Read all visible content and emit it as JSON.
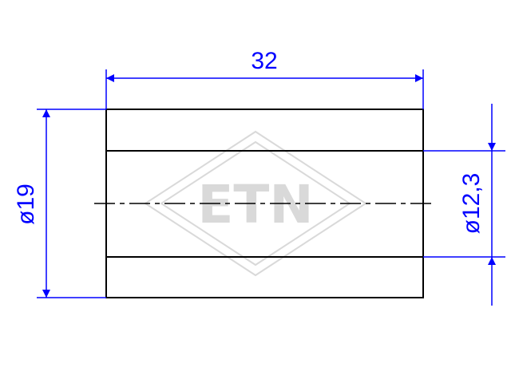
{
  "drawing": {
    "watermark": {
      "text": "ETN",
      "color": "#d9d9d9"
    },
    "colors": {
      "outline": "#000000",
      "dimension": "#0000ff"
    },
    "dimensions": {
      "length": {
        "label": "32"
      },
      "outer_diameter": {
        "label": "ø19"
      },
      "inner_diameter": {
        "label": "ø12,3"
      }
    }
  }
}
